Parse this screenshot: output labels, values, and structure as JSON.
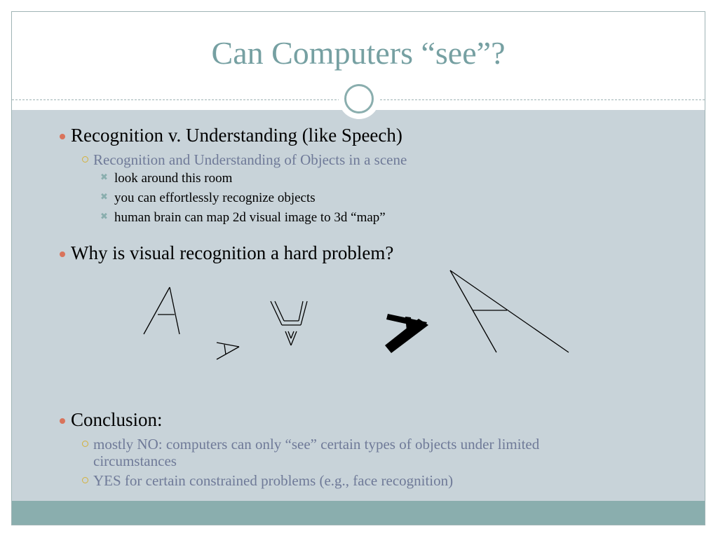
{
  "slide": {
    "title": "Can Computers “see”?",
    "bullets": [
      {
        "text": "Recognition v. Understanding (like Speech)",
        "sub": [
          {
            "text": "Recognition and Understanding of Objects in a scene",
            "sub": [
              "look around this room",
              "you can effortlessly recognize objects",
              "human brain can map 2d visual image to 3d “map”"
            ]
          }
        ]
      },
      {
        "text": "Why is visual recognition a hard problem?"
      },
      {
        "text": "Conclusion:",
        "sub": [
          {
            "text": "mostly NO: computers can only “see” certain types of objects under limited circumstances"
          },
          {
            "text": "YES for certain constrained problems (e.g., face recognition)"
          }
        ]
      }
    ]
  },
  "colors": {
    "title": "#76a0a2",
    "content_bg": "#c8d3d9",
    "footer_bar": "#8aaeae",
    "level1_bullet": "#d9735b",
    "level2_text": "#6f7a98",
    "level2_bullet": "#d4b13b"
  },
  "icons": {
    "level1_bullet": "filled-circle",
    "level2_bullet": "hollow-circle",
    "level3_bullet": "small-x",
    "title_decoration": "ring-circle"
  }
}
